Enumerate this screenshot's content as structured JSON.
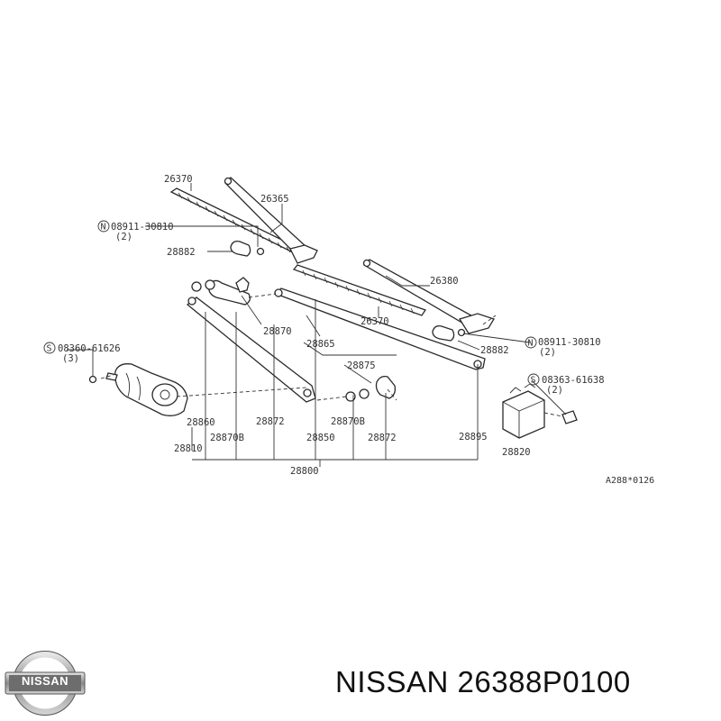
{
  "diagram": {
    "labels": {
      "l26370a": "26370",
      "l26365": "26365",
      "l08911a": "08911-30810",
      "l08911a_qty": "(2)",
      "l28882a": "28882",
      "l26380": "26380",
      "l26370b": "26370",
      "l28870": "28870",
      "l28865": "28865",
      "l28882b": "28882",
      "l08911b": "08911-30810",
      "l08911b_qty": "(2)",
      "l08360": "08360-61626",
      "l08360_qty": "(3)",
      "l28875": "28875",
      "l08363": "08363-61638",
      "l08363_qty": "(2)",
      "l28860": "28860",
      "l28872a": "28872",
      "l28870Ba": "28870B",
      "l28870Bb": "28870B",
      "l28872b": "28872",
      "l28895": "28895",
      "l28810": "28810",
      "l28850": "28850",
      "l28820": "28820",
      "l28800": "28800",
      "ref_code": "A288*0126"
    },
    "markers": {
      "n_mark": "N",
      "s_mark": "S"
    }
  },
  "footer": {
    "brand_logo_text": "NISSAN",
    "part_text": "NISSAN 26388P0100"
  }
}
